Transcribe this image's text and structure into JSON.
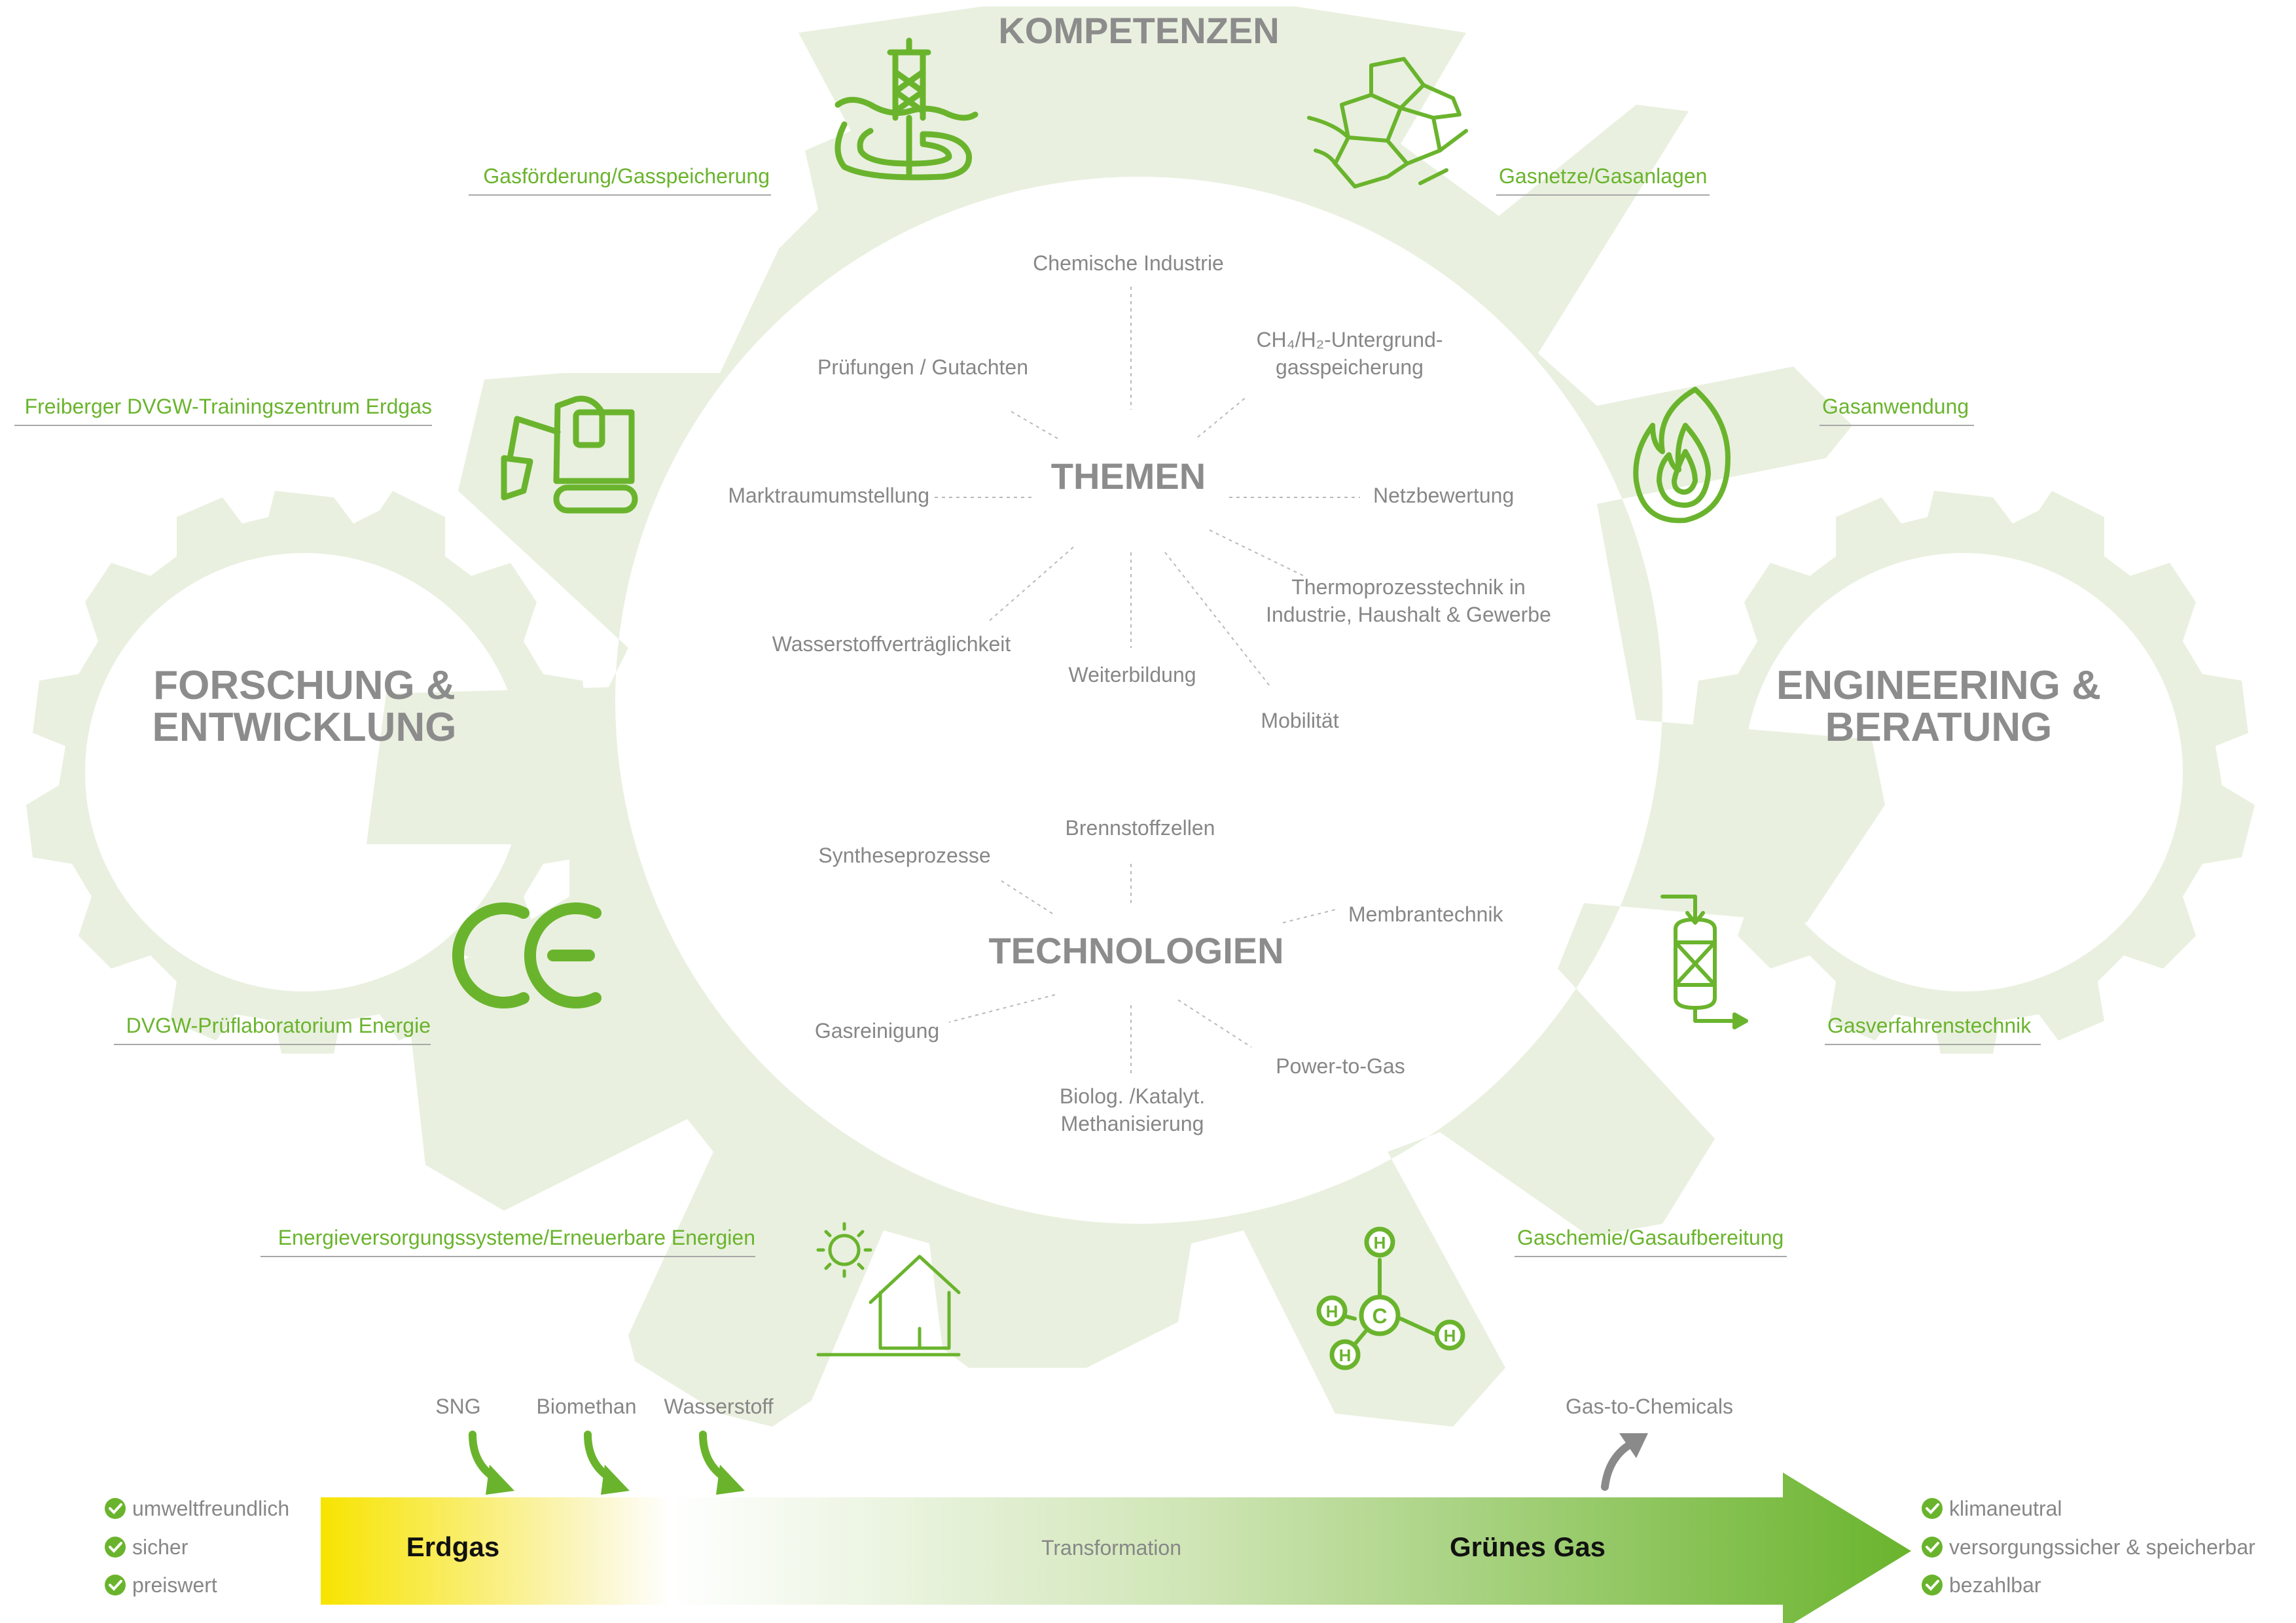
{
  "kompetenzen": {
    "title": "KOMPETENZEN",
    "items": [
      {
        "label": "Gasförderung/Gasspeicherung",
        "icon": "drilling-rig-icon"
      },
      {
        "label": "Gasnetze/Gasanlagen",
        "icon": "gas-network-icon"
      },
      {
        "label": "Freiberger DVGW-Trainingszentrum Erdgas",
        "icon": "excavator-icon"
      },
      {
        "label": "Gasanwendung",
        "icon": "flame-icon"
      },
      {
        "label": "DVGW-Prüflaboratorium Energie",
        "icon": "ce-mark-icon"
      },
      {
        "label": "Gasverfahrenstechnik",
        "icon": "process-vessel-icon"
      },
      {
        "label": "Energieversorgungssysteme/Erneuerbare Energien",
        "icon": "sun-house-icon"
      },
      {
        "label": "Gaschemie/Gasaufbereitung",
        "icon": "methane-molecule-icon"
      }
    ]
  },
  "side_gears": {
    "left": {
      "line1": "FORSCHUNG &",
      "line2": "ENTWICKLUNG"
    },
    "right": {
      "line1": "ENGINEERING &",
      "line2": "BERATUNG"
    }
  },
  "themen": {
    "title": "THEMEN",
    "items": [
      "Chemische Industrie",
      "CH₄/H₂-Untergrund-",
      "gasspeicherung",
      "Prüfungen / Gutachten",
      "Marktraumumstellung",
      "Netzbewertung",
      "Thermoprozesstechnik in",
      "Industrie, Haushalt & Gewerbe",
      "Wasserstoffverträglichkeit",
      "Weiterbildung",
      "Mobilität"
    ]
  },
  "technologien": {
    "title": "TECHNOLOGIEN",
    "items": [
      "Brennstoffzellen",
      "Syntheseprozesse",
      "Membrantechnik",
      "Gasreinigung",
      "Power-to-Gas",
      "Biolog. /Katalyt.",
      "Methanisierung"
    ]
  },
  "transformation": {
    "start_label": "Erdgas",
    "middle_label": "Transformation",
    "end_label": "Grünes Gas",
    "inputs": [
      "SNG",
      "Biomethan",
      "Wasserstoff"
    ],
    "output": "Gas-to-Chemicals",
    "left_checks": [
      "umweltfreundlich",
      "sicher",
      "preiswert"
    ],
    "right_checks": [
      "klimaneutral",
      "versorgungssicher & speicherbar",
      "bezahlbar"
    ]
  },
  "colors": {
    "accent_green": "#6ab42d",
    "gear_fill": "#e9f0df",
    "bar_start_yellow": "#f7e400",
    "bar_end_green": "#6ab42d",
    "text_grey": "#878787"
  }
}
